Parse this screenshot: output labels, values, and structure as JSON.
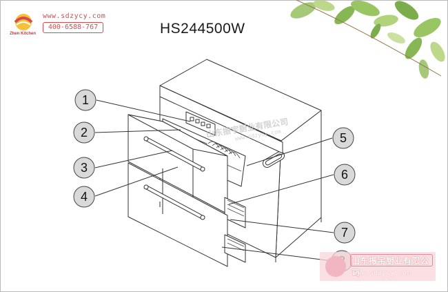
{
  "header": {
    "model": "HS244500W"
  },
  "brand": {
    "url": "www.sdzycy.com",
    "phone": "400-6588-767",
    "logo_text": "Zhen Kitchen"
  },
  "watermark": {
    "company": "山东振宇厨业有限公司",
    "website": "www.sdzycy.com"
  },
  "callouts": [
    {
      "label": "1"
    },
    {
      "label": "2"
    },
    {
      "label": "3"
    },
    {
      "label": "4"
    },
    {
      "label": "5"
    },
    {
      "label": "6"
    },
    {
      "label": "7"
    },
    {
      "label": "8"
    }
  ],
  "colors": {
    "line": "#333333",
    "callout_fill": "#d9d9d9",
    "leaf_green": "#7bb043",
    "brand_red": "#d94a4a"
  }
}
